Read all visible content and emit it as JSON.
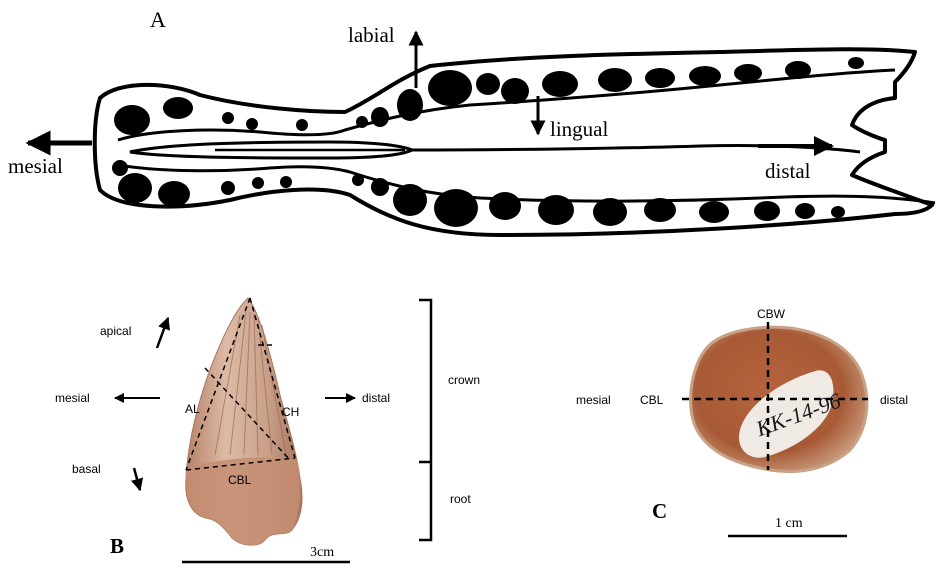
{
  "panels": {
    "a": {
      "letter": "A",
      "labels": {
        "labial": "labial",
        "lingual": "lingual",
        "mesial": "mesial",
        "distal": "distal"
      }
    },
    "b": {
      "letter": "B",
      "labels": {
        "apical": "apical",
        "mesial": "mesial",
        "distal": "distal",
        "basal": "basal",
        "al": "AL",
        "ch": "CH",
        "cbl": "CBL",
        "crown": "crown",
        "root": "root"
      },
      "scale": "3cm"
    },
    "c": {
      "letter": "C",
      "labels": {
        "cbw": "CBW",
        "cbl": "CBL",
        "mesial": "mesial",
        "distal": "distal"
      },
      "specimen_label": "KK-14-96",
      "scale": "1 cm"
    }
  },
  "colors": {
    "ink": "#000000",
    "tooth_light": "#d9b39a",
    "tooth_mid": "#c08a6c",
    "tooth_dark": "#8f5a42",
    "section_outer": "#b96f4a",
    "section_inner": "#9e5532",
    "section_label": "#f3f1ee"
  }
}
